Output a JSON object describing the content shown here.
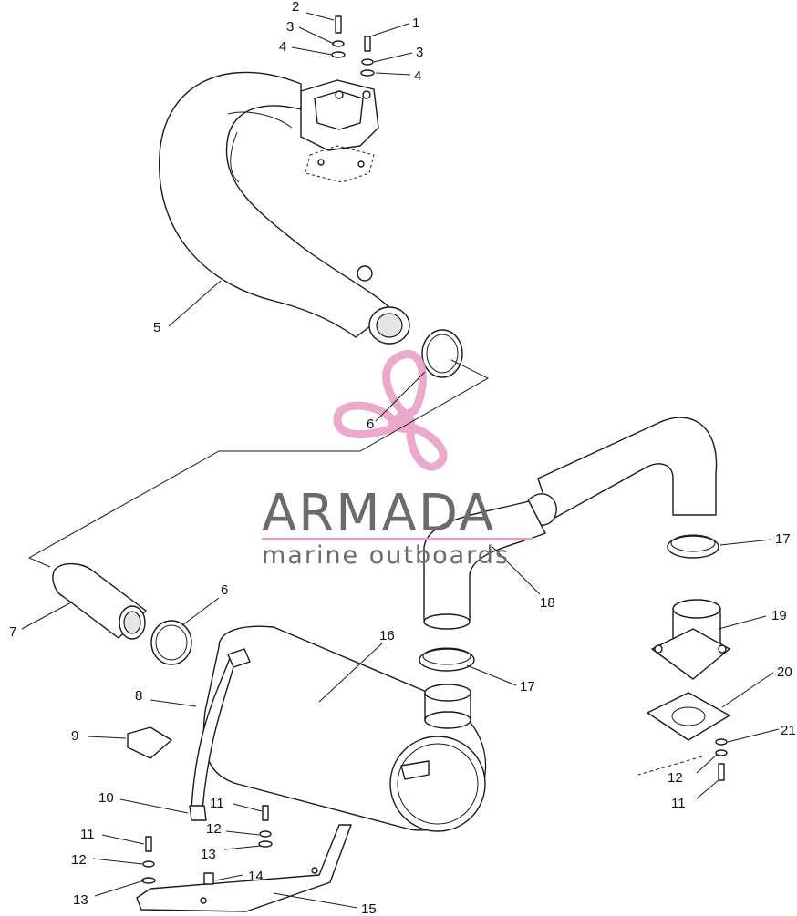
{
  "callouts": [
    {
      "id": "c2a",
      "text": "2"
    },
    {
      "id": "c1",
      "text": "1"
    },
    {
      "id": "c3a",
      "text": "3"
    },
    {
      "id": "c3b",
      "text": "3"
    },
    {
      "id": "c4a",
      "text": "4"
    },
    {
      "id": "c4b",
      "text": "4"
    },
    {
      "id": "c5",
      "text": "5"
    },
    {
      "id": "c6a",
      "text": "6"
    },
    {
      "id": "c6b",
      "text": "6"
    },
    {
      "id": "c7",
      "text": "7"
    },
    {
      "id": "c8",
      "text": "8"
    },
    {
      "id": "c9",
      "text": "9"
    },
    {
      "id": "c10",
      "text": "10"
    },
    {
      "id": "c11a",
      "text": "11"
    },
    {
      "id": "c11b",
      "text": "11"
    },
    {
      "id": "c11c",
      "text": "11"
    },
    {
      "id": "c12a",
      "text": "12"
    },
    {
      "id": "c12b",
      "text": "12"
    },
    {
      "id": "c12c",
      "text": "12"
    },
    {
      "id": "c13a",
      "text": "13"
    },
    {
      "id": "c13b",
      "text": "13"
    },
    {
      "id": "c14",
      "text": "14"
    },
    {
      "id": "c15",
      "text": "15"
    },
    {
      "id": "c16",
      "text": "16"
    },
    {
      "id": "c17a",
      "text": "17"
    },
    {
      "id": "c17b",
      "text": "17"
    },
    {
      "id": "c18",
      "text": "18"
    },
    {
      "id": "c19",
      "text": "19"
    },
    {
      "id": "c20",
      "text": "20"
    },
    {
      "id": "c21",
      "text": "21"
    }
  ],
  "watermark": {
    "brand": "ARMADA",
    "tagline": "marine outboards",
    "brand_color": "#6b6b6b",
    "accent_color": "#e89bc4"
  }
}
